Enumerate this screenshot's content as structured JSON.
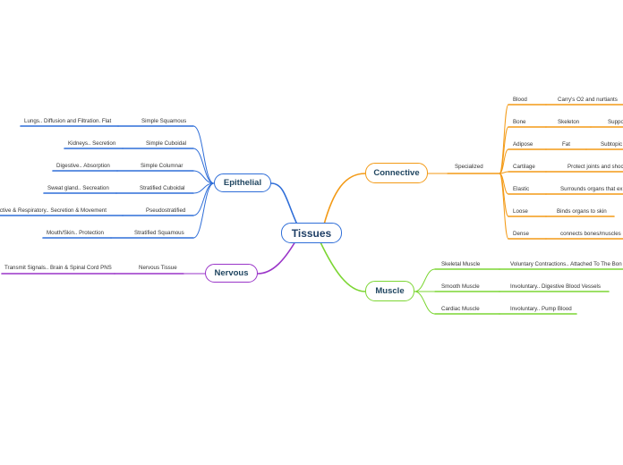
{
  "colors": {
    "epithelial": "#2f6ed8",
    "nervous": "#9a35c8",
    "connective": "#f39a16",
    "muscle": "#7cd633",
    "root": "#2f6ed8"
  },
  "root": {
    "label": "Tissues"
  },
  "epithelial": {
    "label": "Epithelial",
    "items": [
      {
        "type": "Simple Squamous",
        "desc": "Lungs.. Diffusion and Filtration. Flat"
      },
      {
        "type": "Simple Cuboidal",
        "desc": "Kidneys.. Secretion"
      },
      {
        "type": "Simple Columnar",
        "desc": "Digestive.. Absorption"
      },
      {
        "type": "Stratified Cuboidal",
        "desc": "Sweat gland.. Secreation"
      },
      {
        "type": "Pseudostratified",
        "desc": "Reproductive & Respiratory.. Secretion & Movement"
      },
      {
        "type": "Stratified Squamous",
        "desc": "Mouth/Skin.. Protection"
      }
    ]
  },
  "nervous": {
    "label": "Nervous",
    "items": [
      {
        "type": "Nervous Tissue",
        "desc": "Transmit Signals.. Brain & Spinal Cord PNS"
      }
    ]
  },
  "connective": {
    "label": "Connective",
    "group": "Specialized",
    "items": [
      {
        "type": "Blood",
        "parts": [
          "Carry's O2 and nurtiants"
        ]
      },
      {
        "type": "Bone",
        "parts": [
          "Skeleton",
          "Suppo"
        ]
      },
      {
        "type": "Adipose",
        "parts": [
          "Fat",
          "Subtopic"
        ]
      },
      {
        "type": "Cartilage",
        "parts": [
          "Protect joints and shoc"
        ]
      },
      {
        "type": "Elastic",
        "parts": [
          "Surrounds organs that ex"
        ]
      },
      {
        "type": "Loose",
        "parts": [
          "Binds organs to skin"
        ]
      },
      {
        "type": "Dense",
        "parts": [
          "connects bones/muscles"
        ]
      }
    ]
  },
  "muscle": {
    "label": "Muscle",
    "items": [
      {
        "type": "Skeletal Muscle",
        "desc": "Voluntary Contractions.. Attached To The Bon"
      },
      {
        "type": "Smooth Muscle",
        "desc": "Involuntary.. Digestive Blood Vessels"
      },
      {
        "type": "Cardiac Muscle",
        "desc": "Involuntary.. Pump Blood"
      }
    ]
  }
}
